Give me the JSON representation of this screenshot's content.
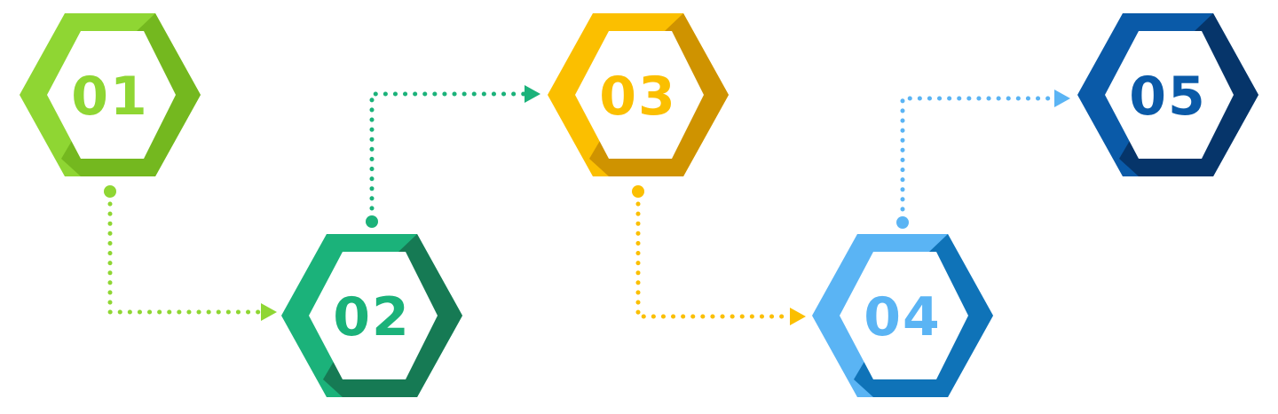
{
  "steps": [
    {
      "label": "01",
      "color": "#8fd633",
      "shade": "#74b81f"
    },
    {
      "label": "02",
      "color": "#1bb27a",
      "shade": "#167a54"
    },
    {
      "label": "03",
      "color": "#fbbf00",
      "shade": "#cf9300"
    },
    {
      "label": "04",
      "color": "#5ab4f4",
      "shade": "#0f73b8"
    },
    {
      "label": "05",
      "color": "#0a5aa8",
      "shade": "#06356a"
    }
  ],
  "connector_colors": [
    "#8fd633",
    "#1bb27a",
    "#fbbf00",
    "#5ab4f4"
  ]
}
